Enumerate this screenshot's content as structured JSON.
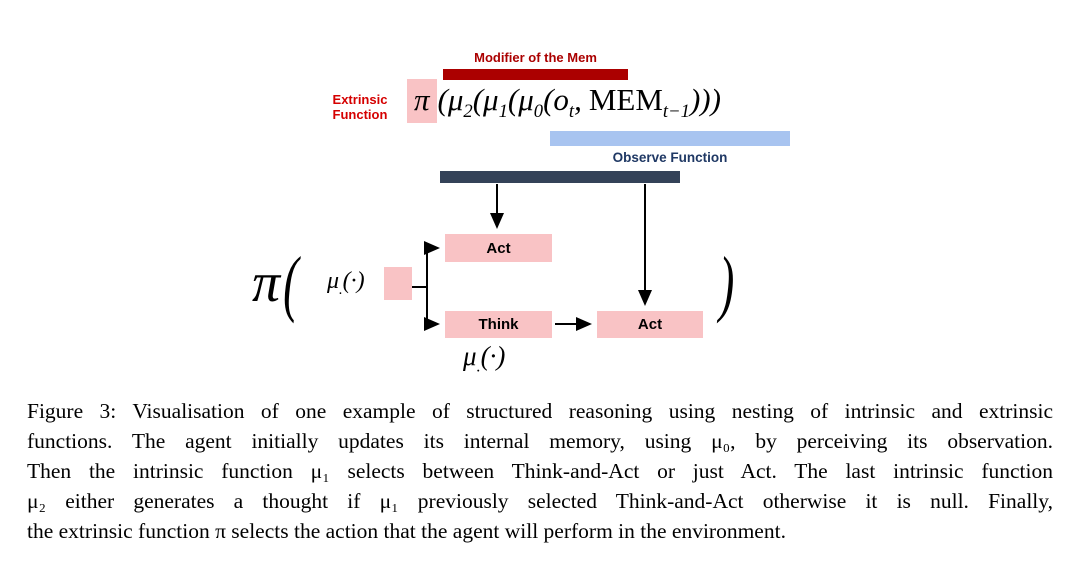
{
  "formula": {
    "modifier_label": "Modifier of the Mem",
    "extrinsic_line1": "Extrinsic",
    "extrinsic_line2": "Function",
    "observe_label": "Observe Function",
    "pi": "π",
    "open": "(",
    "mu": "μ",
    "sub_2": "2",
    "sub_1": "1",
    "sub_0": "0",
    "o": "o",
    "sub_t": "t",
    "comma": ",",
    "mem": "MEM",
    "sub_t1": "t−1",
    "closes": ")))"
  },
  "diagram": {
    "pi": "π",
    "open_paren": "(",
    "close_paren": ")",
    "mu": "μ",
    "mu_sub": ".",
    "mu_args": "(·)",
    "act_top": "Act",
    "think": "Think",
    "act_right": "Act"
  },
  "caption": {
    "lines": [
      "Figure 3: Visualisation of one example of structured reasoning using nesting of intrinsic and extrinsic",
      "functions. The agent initially updates its internal memory, using μ₀, by perceiving its observation.",
      "Then the intrinsic function μ₁ selects between Think-and-Act or just Act. The last intrinsic function",
      "μ₂ either generates a thought if μ₁ previously selected Think-and-Act otherwise it is null. Finally,",
      "the extrinsic function π selects the action that the agent will perform in the environment."
    ]
  },
  "colors": {
    "dark_red": "#ab0000",
    "red": "#d50000",
    "pink": "#f9c3c5",
    "light_blue": "#a8c4f0",
    "navy_bar": "#344258",
    "navy_text": "#1f3864"
  }
}
